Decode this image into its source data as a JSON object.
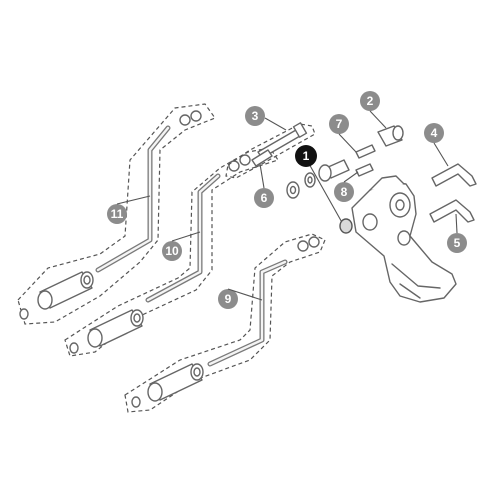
{
  "diagram": {
    "callouts": [
      {
        "id": "1",
        "label": "1",
        "highlight": true
      },
      {
        "id": "2",
        "label": "2",
        "highlight": false
      },
      {
        "id": "3",
        "label": "3",
        "highlight": false
      },
      {
        "id": "4",
        "label": "4",
        "highlight": false
      },
      {
        "id": "5",
        "label": "5",
        "highlight": false
      },
      {
        "id": "6",
        "label": "6",
        "highlight": false
      },
      {
        "id": "7",
        "label": "7",
        "highlight": false
      },
      {
        "id": "8",
        "label": "8",
        "highlight": false
      },
      {
        "id": "9",
        "label": "9",
        "highlight": false
      },
      {
        "id": "10",
        "label": "10",
        "highlight": false
      },
      {
        "id": "11",
        "label": "11",
        "highlight": false
      }
    ],
    "colors": {
      "callout": "#8c8c8c",
      "callout_highlight": "#111111",
      "line": "#666666"
    }
  }
}
